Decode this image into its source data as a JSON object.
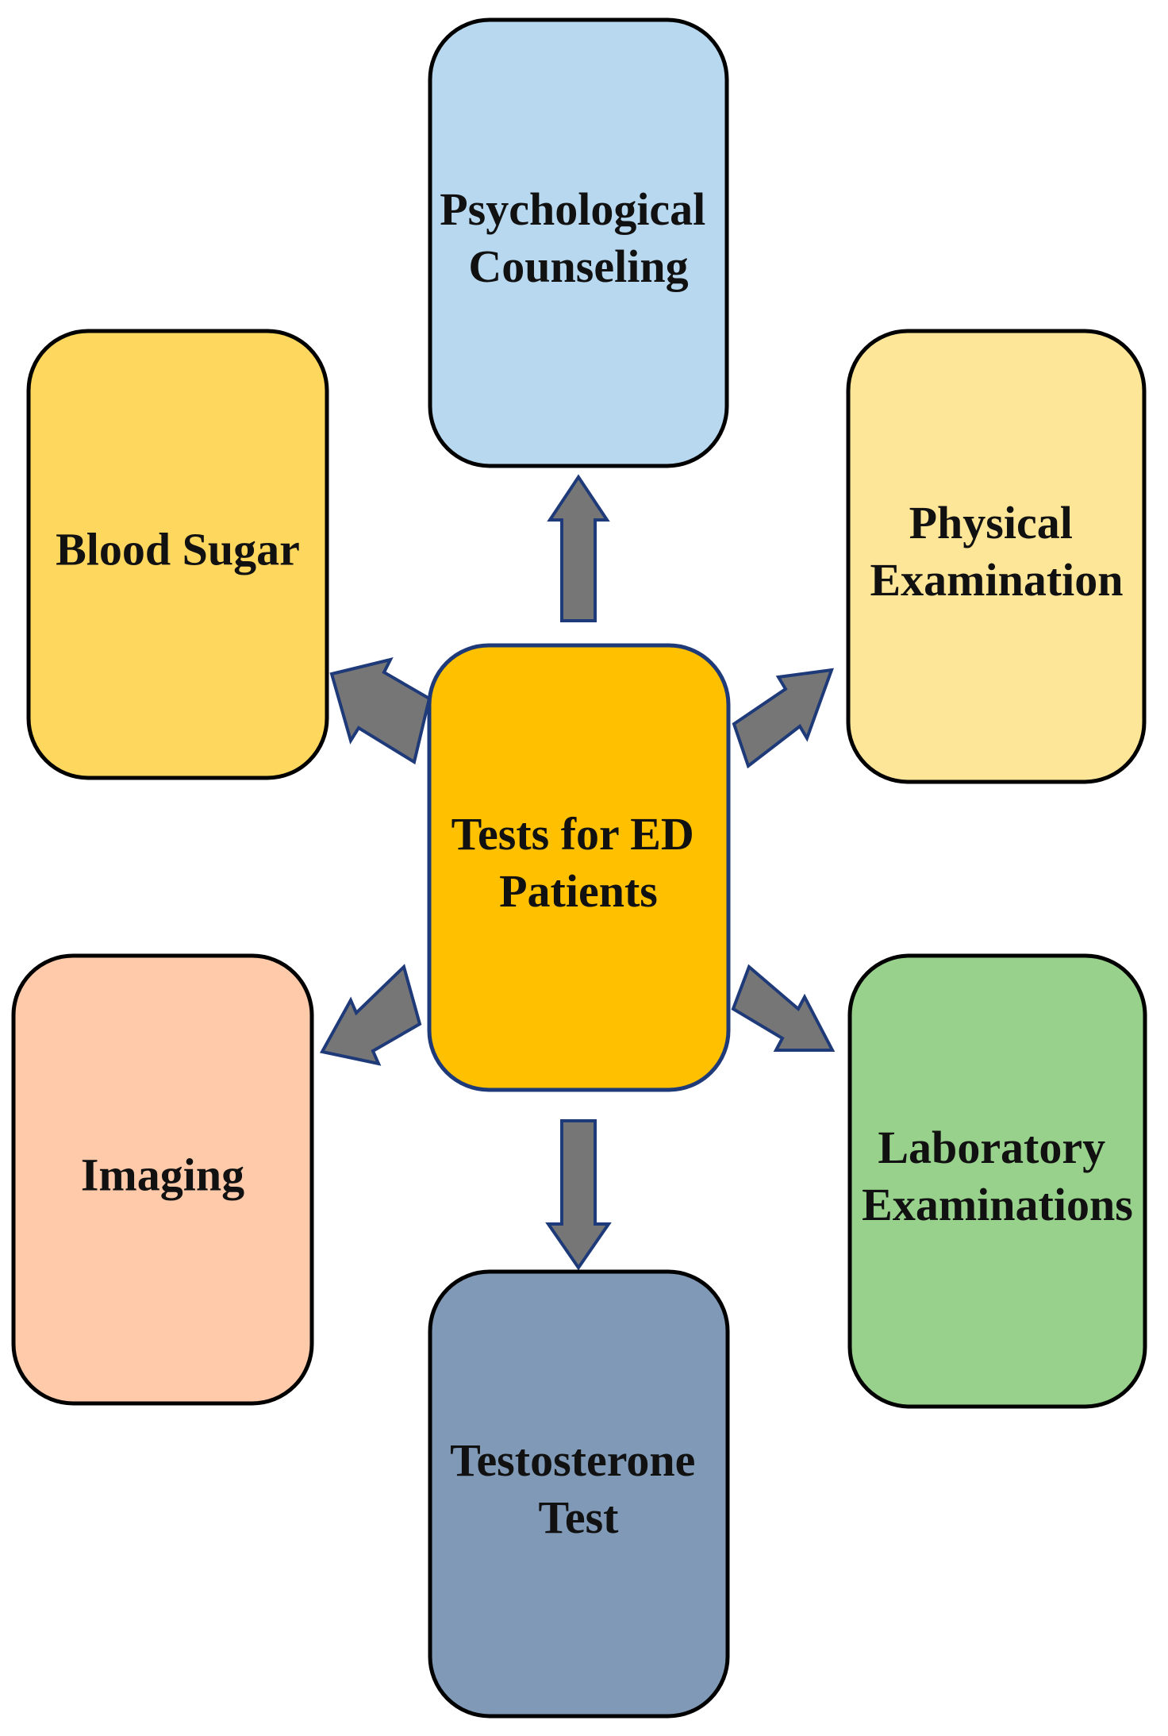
{
  "diagram": {
    "center": {
      "lines": [
        "Tests for ED",
        "Patients"
      ],
      "color": "#ffc000"
    },
    "nodes": [
      {
        "id": "psychological-counseling",
        "lines": [
          "Psychological",
          "Counseling"
        ],
        "color": "#b7d8ef"
      },
      {
        "id": "physical-examination",
        "lines": [
          "Physical",
          "Examination"
        ],
        "color": "#fee699"
      },
      {
        "id": "laboratory-examinations",
        "lines": [
          "Laboratory",
          "Examinations"
        ],
        "color": "#97d18b"
      },
      {
        "id": "testosterone-test",
        "lines": [
          "Testosterone",
          "Test"
        ],
        "color": "#7f99b6"
      },
      {
        "id": "imaging",
        "lines": [
          "Imaging"
        ],
        "color": "#fecaaa"
      },
      {
        "id": "blood-sugar",
        "lines": [
          "Blood Sugar"
        ],
        "color": "#fdd75e"
      }
    ],
    "colors": {
      "arrow_fill": "#767676",
      "arrow_stroke": "#1f3a78",
      "center_stroke": "#1f3a78",
      "box_stroke": "#000000"
    }
  }
}
